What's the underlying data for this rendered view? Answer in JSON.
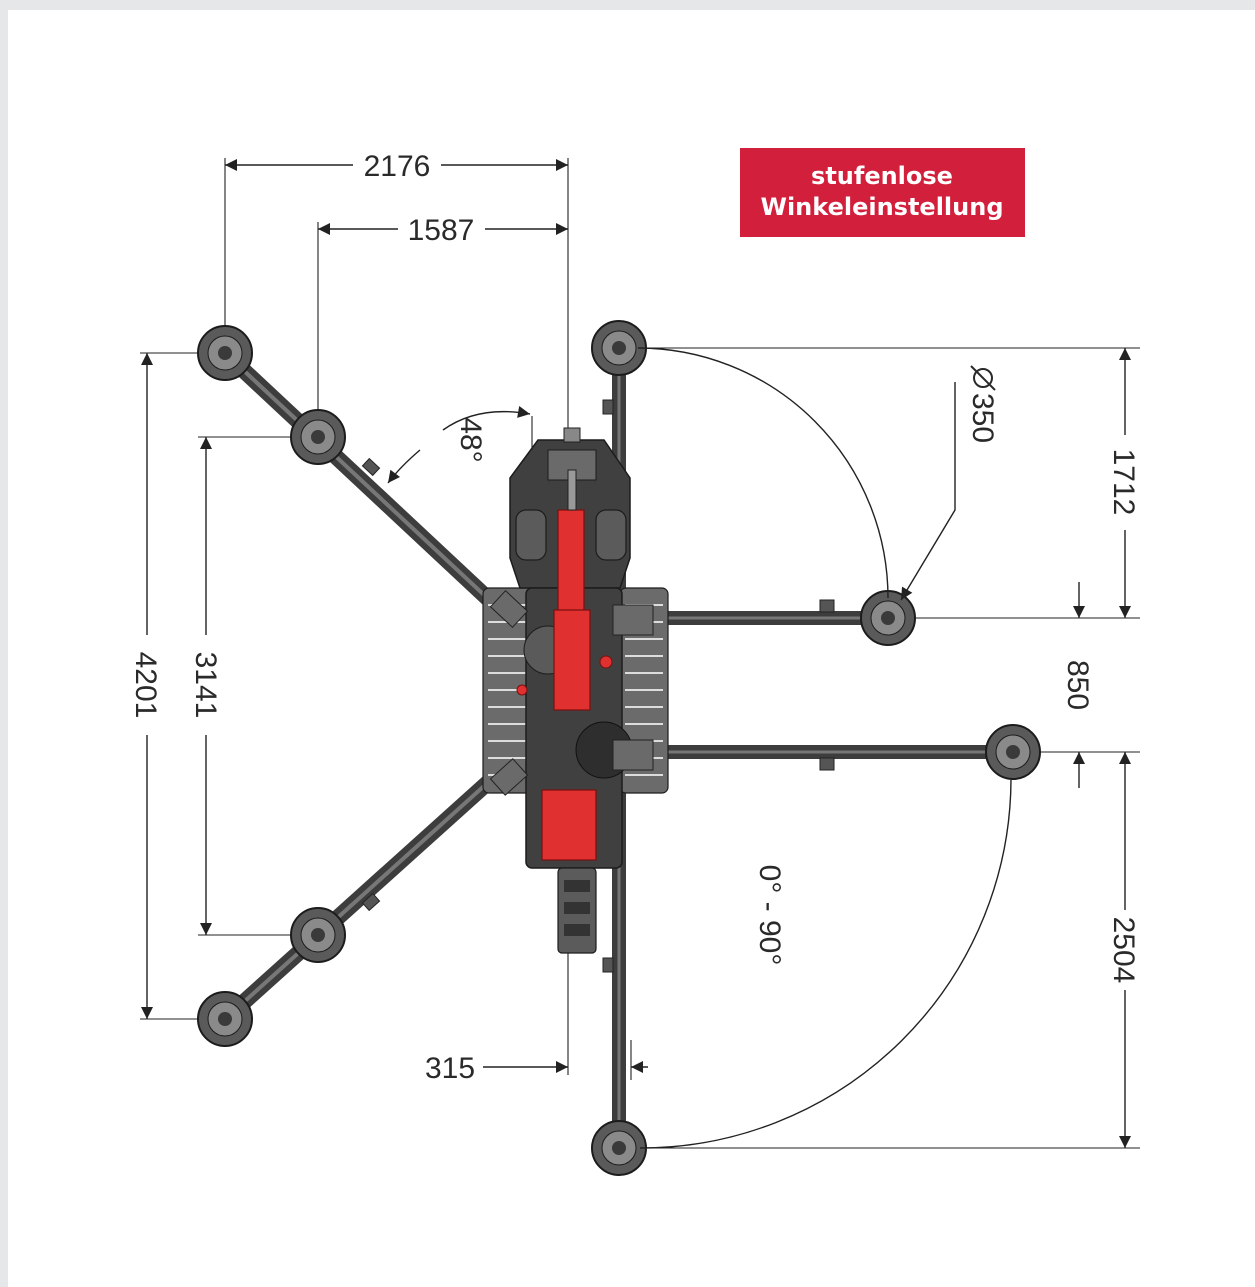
{
  "badge": {
    "line1": "stufenlose",
    "line2": "Winkeleinstellung",
    "color": "#d21f3c"
  },
  "dimensions": {
    "d2176": "2176",
    "d1587": "1587",
    "d48": "48°",
    "d350": "350",
    "d1712": "1712",
    "d850": "850",
    "d4201": "4201",
    "d3141": "3141",
    "d2504": "2504",
    "d315": "315",
    "angle_range": "0° - 90°"
  },
  "icons": {
    "diameter": "diameter-symbol-icon"
  },
  "colors": {
    "machine_red": "#e0302f",
    "machine_grey": "#404040"
  }
}
